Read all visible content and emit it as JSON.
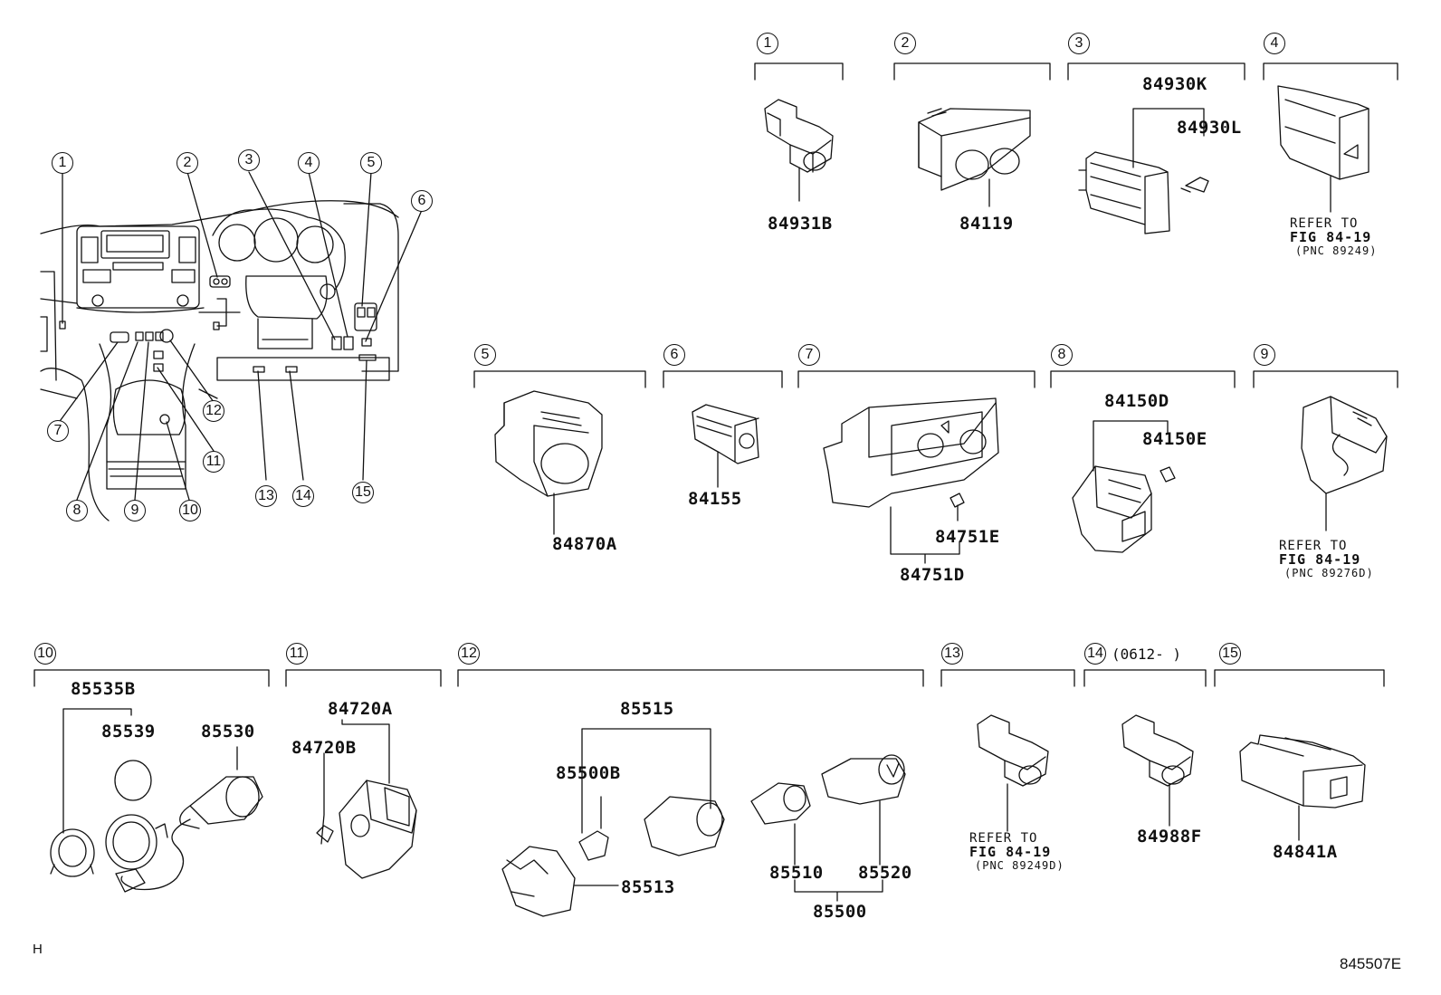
{
  "overview": {
    "callouts": [
      "1",
      "2",
      "3",
      "4",
      "5",
      "6",
      "7",
      "8",
      "9",
      "10",
      "11",
      "12",
      "13",
      "14",
      "15"
    ]
  },
  "groups": [
    {
      "id": "1",
      "label": "1"
    },
    {
      "id": "2",
      "label": "2"
    },
    {
      "id": "3",
      "label": "3"
    },
    {
      "id": "4",
      "label": "4"
    },
    {
      "id": "5",
      "label": "5"
    },
    {
      "id": "6",
      "label": "6"
    },
    {
      "id": "7",
      "label": "7"
    },
    {
      "id": "8",
      "label": "8"
    },
    {
      "id": "9",
      "label": "9"
    },
    {
      "id": "10",
      "label": "10"
    },
    {
      "id": "11",
      "label": "11"
    },
    {
      "id": "12",
      "label": "12"
    },
    {
      "id": "13",
      "label": "13"
    },
    {
      "id": "14",
      "label": "14",
      "note": "(0612-     )"
    },
    {
      "id": "15",
      "label": "15"
    }
  ],
  "parts": {
    "p84931B": "84931B",
    "p84119": "84119",
    "p84930K": "84930K",
    "p84930L": "84930L",
    "p84870A": "84870A",
    "p84155": "84155",
    "p84751E": "84751E",
    "p84751D": "84751D",
    "p84150D": "84150D",
    "p84150E": "84150E",
    "p85535B": "85535B",
    "p85539": "85539",
    "p85530": "85530",
    "p84720A": "84720A",
    "p84720B": "84720B",
    "p85515": "85515",
    "p85500B": "85500B",
    "p85513": "85513",
    "p85510": "85510",
    "p85520": "85520",
    "p85500": "85500",
    "p84988F": "84988F",
    "p84841A": "84841A"
  },
  "references": {
    "r4": {
      "line1": "REFER TO",
      "line2": "FIG 84-19",
      "line3": "(PNC 89249)"
    },
    "r9": {
      "line1": "REFER TO",
      "line2": "FIG 84-19",
      "line3": "(PNC 89276D)"
    },
    "r13": {
      "line1": "REFER TO",
      "line2": "FIG 84-19",
      "line3": "(PNC 89249D)"
    }
  },
  "footer": {
    "corner_mark": "H",
    "figure_code": "845507E"
  }
}
